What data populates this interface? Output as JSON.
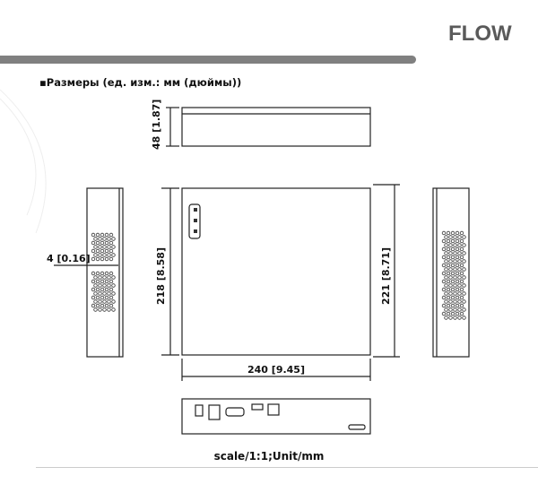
{
  "logo": {
    "text": "FLOW"
  },
  "heading": "▪Размеры (ед. изм.: мм (дюймы))",
  "dimensions": {
    "height": "48 [1.87]",
    "depth_left": "218 [8.58]",
    "depth_right": "221 [8.71]",
    "width": "240 [9.45]",
    "offset": "4 [0.16]"
  },
  "caption": "scale/1:1;Unit/mm",
  "colors": {
    "bar": "#808080",
    "logo": "#5a5a5a"
  }
}
